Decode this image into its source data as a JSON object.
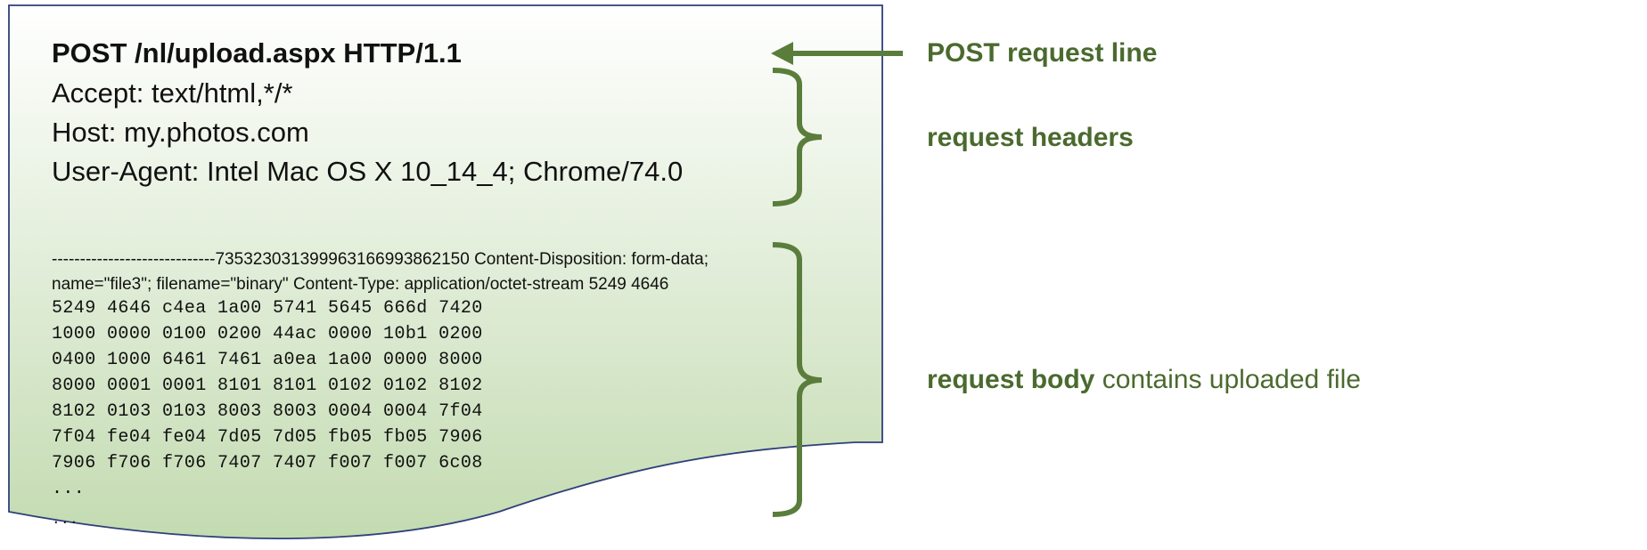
{
  "request": {
    "request_line": "POST /nl/upload.aspx HTTP/1.1",
    "headers": [
      "Accept: text/html,*/*",
      "Host: my.photos.com",
      "User-Agent: Intel Mac OS X 10_14_4; Chrome/74.0"
    ],
    "body_text": [
      "-----------------------------735323031399963166993862150 Content-Disposition: form-data;",
      "name=\"file3\"; filename=\"binary\" Content-Type: application/octet-stream 5249 4646"
    ],
    "hex_lines": [
      "5249 4646 c4ea 1a00 5741 5645 666d 7420",
      "1000 0000 0100 0200 44ac 0000 10b1 0200",
      "0400 1000 6461 7461 a0ea 1a00 0000 8000",
      "8000 0001 0001 8101 8101 0102 0102 8102",
      "8102 0103 0103 8003 8003 0004 0004 7f04",
      "7f04 fe04 fe04 7d05 7d05 fb05 fb05 7906",
      "7906 f706 f706 7407 7407 f007 f007 6c08",
      "..."
    ],
    "trailing_ellipsis": "..."
  },
  "annotations": {
    "request_line_label": "POST request line",
    "headers_label": "request headers",
    "body_label_bold": "request body",
    "body_label_rest": " contains uploaded file"
  },
  "colors": {
    "annotation_green": "#4a6a2e",
    "page_border": "#2f3f7a",
    "gradient_top": "#ffffff",
    "gradient_bottom": "#c3dbb1"
  }
}
